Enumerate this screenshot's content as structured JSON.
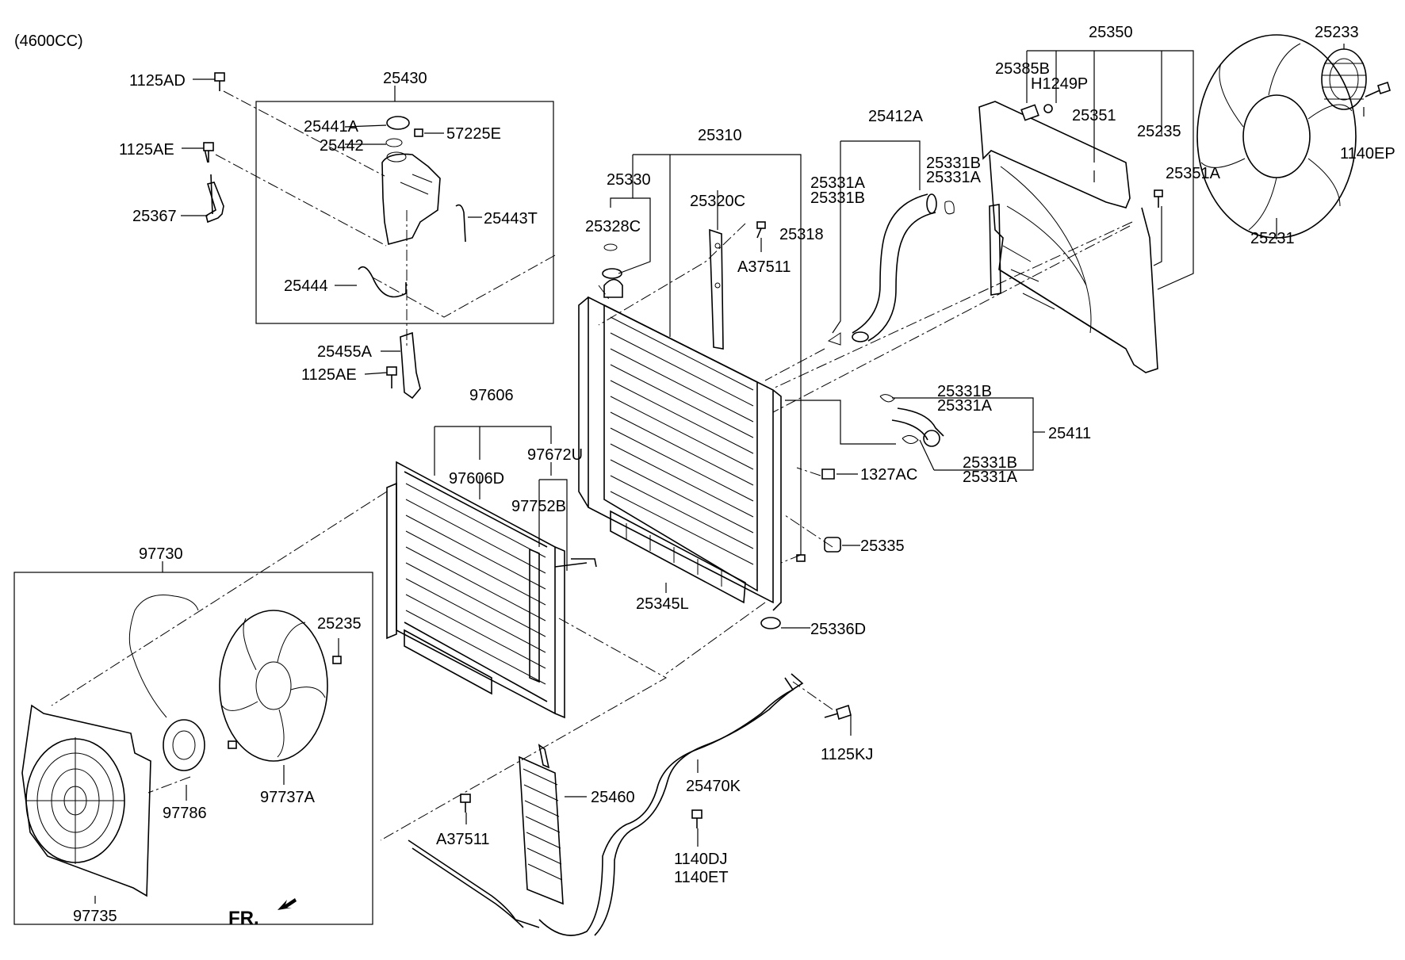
{
  "header": {
    "engine": "(4600CC)"
  },
  "orientation": {
    "front": "FR."
  },
  "labels": {
    "l25350": "25350",
    "l25233": "25233",
    "l25385B": "25385B",
    "lH1249P": "H1249P",
    "l25351": "25351",
    "l1140EP": "1140EP",
    "l25235a": "25235",
    "l25351A": "25351A",
    "l25231": "25231",
    "l25412A": "25412A",
    "l25331B_a": "25331B",
    "l25331A_a": "25331A",
    "l25331A_b": "25331A",
    "l25331B_b": "25331B",
    "l25310": "25310",
    "l25330": "25330",
    "l25320C": "25320C",
    "l25328C": "25328C",
    "l25318": "25318",
    "lA37511a": "A37511",
    "l1125AD": "1125AD",
    "l25430": "25430",
    "l25441A": "25441A",
    "l57225E": "57225E",
    "l25442": "25442",
    "l1125AE_a": "1125AE",
    "l25443T": "25443T",
    "l25367": "25367",
    "l25444": "25444",
    "l25455A": "25455A",
    "l1125AE_b": "1125AE",
    "l25331B_c": "25331B",
    "l25331A_c": "25331A",
    "l25411": "25411",
    "l25331B_d": "25331B",
    "l25331A_d": "25331A",
    "l1327AC": "1327AC",
    "l25335": "25335",
    "l97606": "97606",
    "l97672U": "97672U",
    "l97606D": "97606D",
    "l97752B": "97752B",
    "l25345L": "25345L",
    "l25336D": "25336D",
    "l97730": "97730",
    "l25235b": "25235",
    "l97786": "97786",
    "l97737A": "97737A",
    "l97735": "97735",
    "l1125KJ": "1125KJ",
    "l25470K": "25470K",
    "l25460": "25460",
    "lA37511b": "A37511",
    "l1140DJ": "1140DJ",
    "l1140ET": "1140ET"
  },
  "icons": {
    "fan-shroud": "cooling-fan-shroud-icon",
    "fan-blade": "fan-blade-icon",
    "fan-clutch": "fan-clutch-icon",
    "radiator": "radiator-icon",
    "condenser": "condenser-icon",
    "reservoir": "coolant-reservoir-icon",
    "oil-cooler": "oil-cooler-icon",
    "bolt": "bolt-icon",
    "front-arrow": "front-arrow-icon"
  }
}
